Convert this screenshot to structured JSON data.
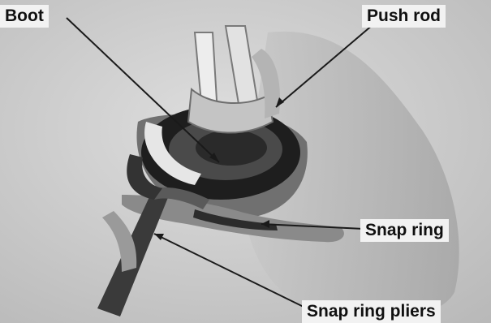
{
  "figure": {
    "labels": {
      "boot": "Boot",
      "push_rod": "Push rod",
      "snap_ring": "Snap ring",
      "snap_ring_pliers": "Snap ring pliers"
    }
  }
}
